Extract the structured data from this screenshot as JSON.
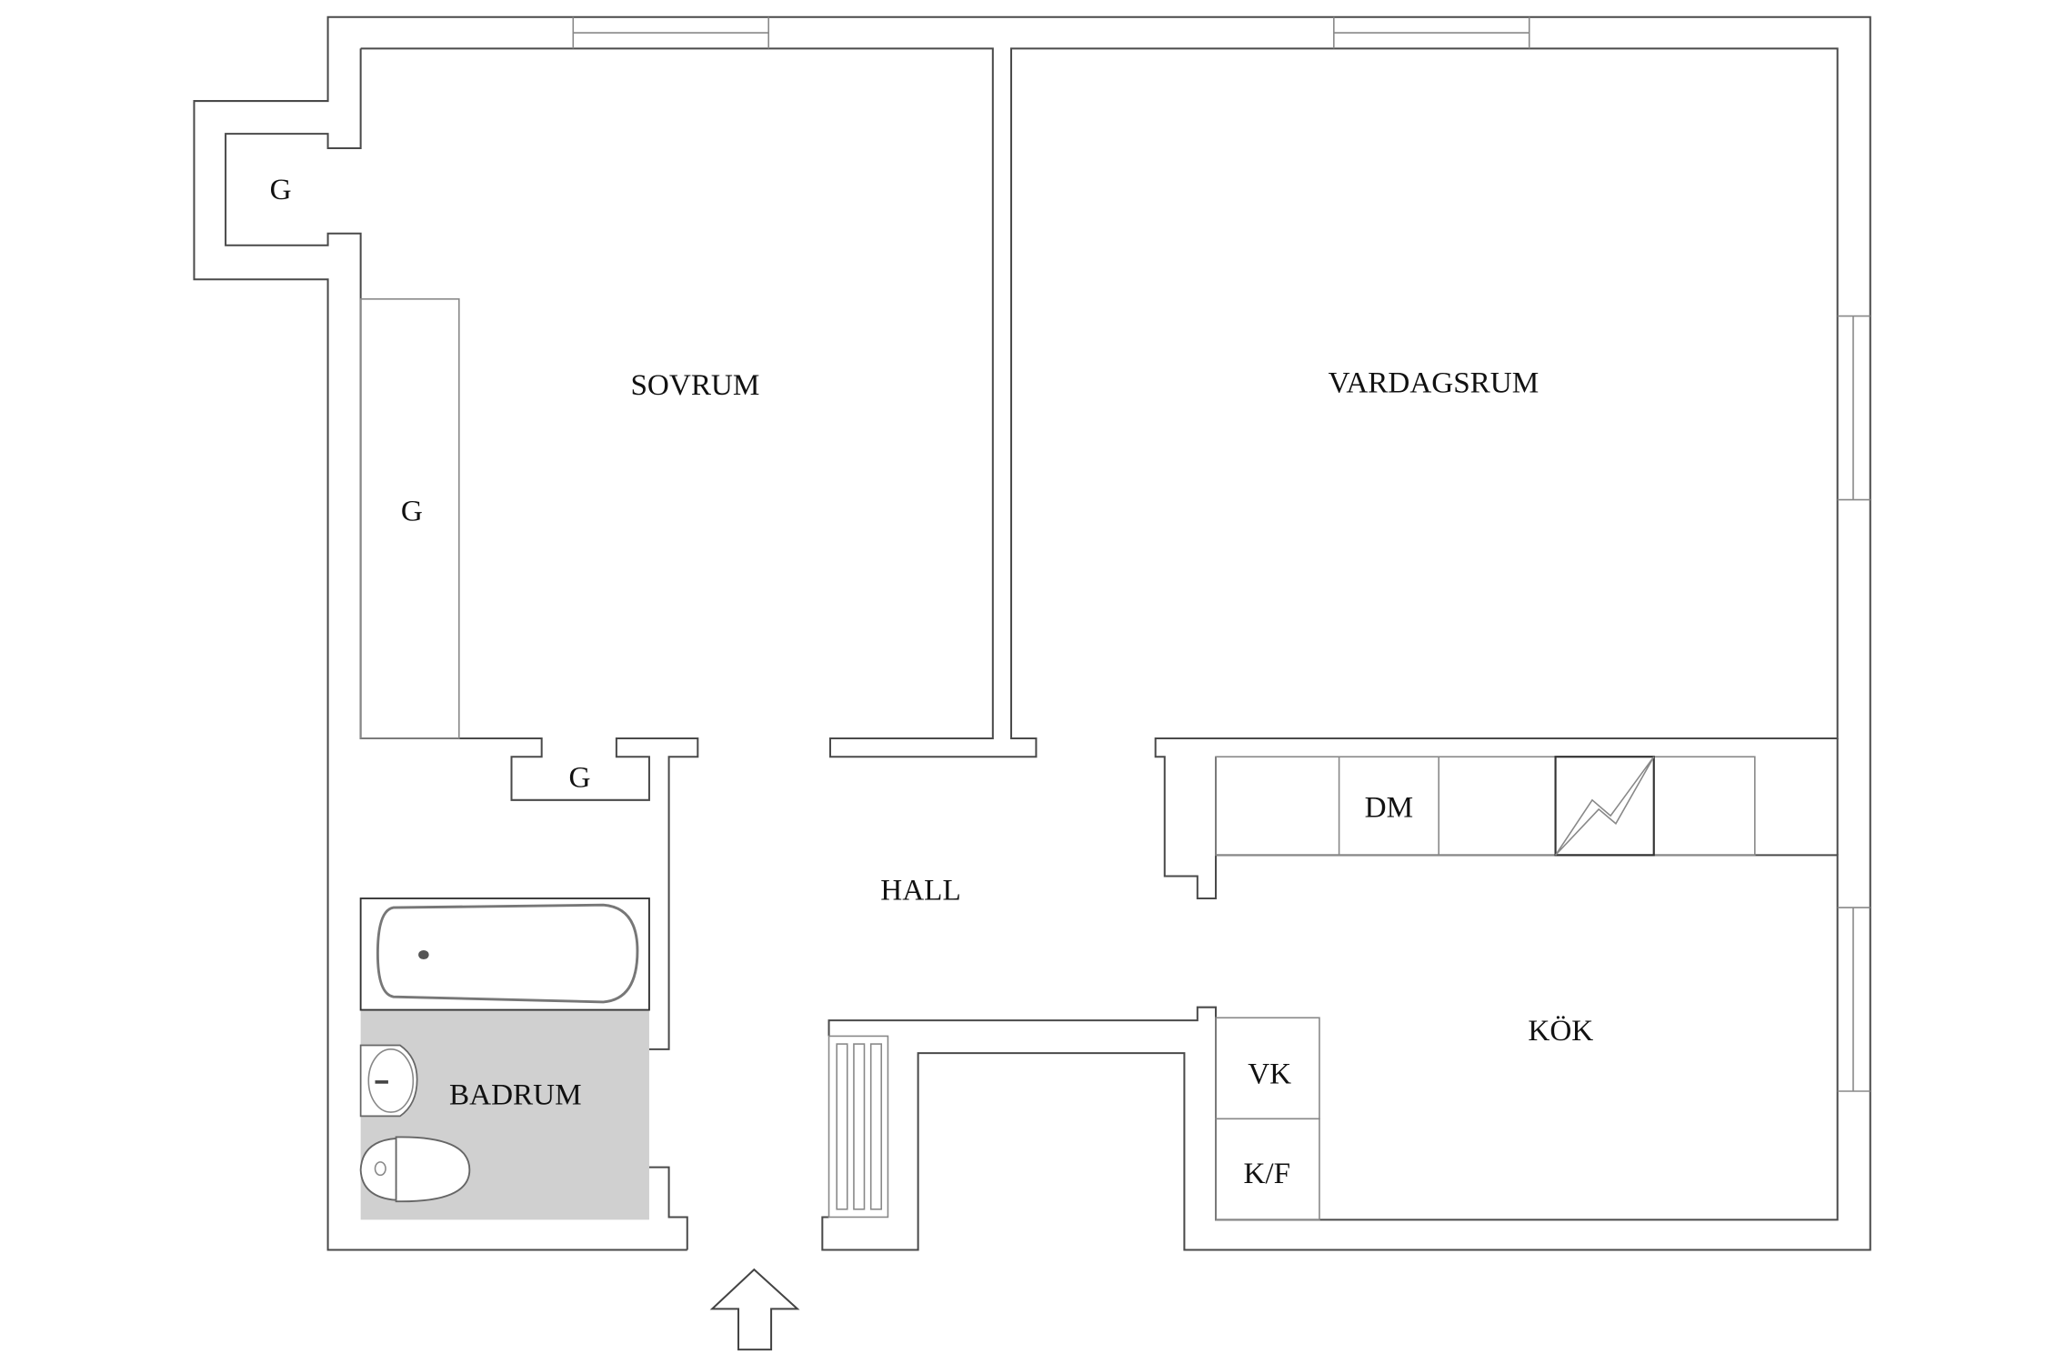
{
  "rooms": {
    "sovrum": "SOVRUM",
    "vardagsrum": "VARDAGSRUM",
    "hall": "HALL",
    "badrum": "BADRUM",
    "kok": "KÖK"
  },
  "closets": {
    "g_bump": "G",
    "g_wardrobe": "G",
    "g_hall": "G"
  },
  "appliances": {
    "dm": "DM",
    "vk": "VK",
    "kf": "K/F",
    "stove_icon": "lightning-icon"
  },
  "colors": {
    "wall": "#4a4a4a",
    "bathroom_floor": "#d0d0d0"
  },
  "entrance_icon": "arrow-up-icon"
}
